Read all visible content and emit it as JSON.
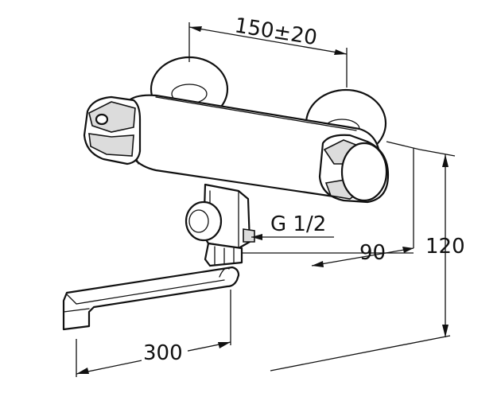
{
  "dimensions": {
    "width_between_connections": "150±20",
    "projection_depth": "90",
    "height": "120",
    "spout_length": "300",
    "thread": "G 1/2"
  },
  "colors": {
    "line": "#111111",
    "background": "#ffffff",
    "shading": "#dcdcdc"
  }
}
